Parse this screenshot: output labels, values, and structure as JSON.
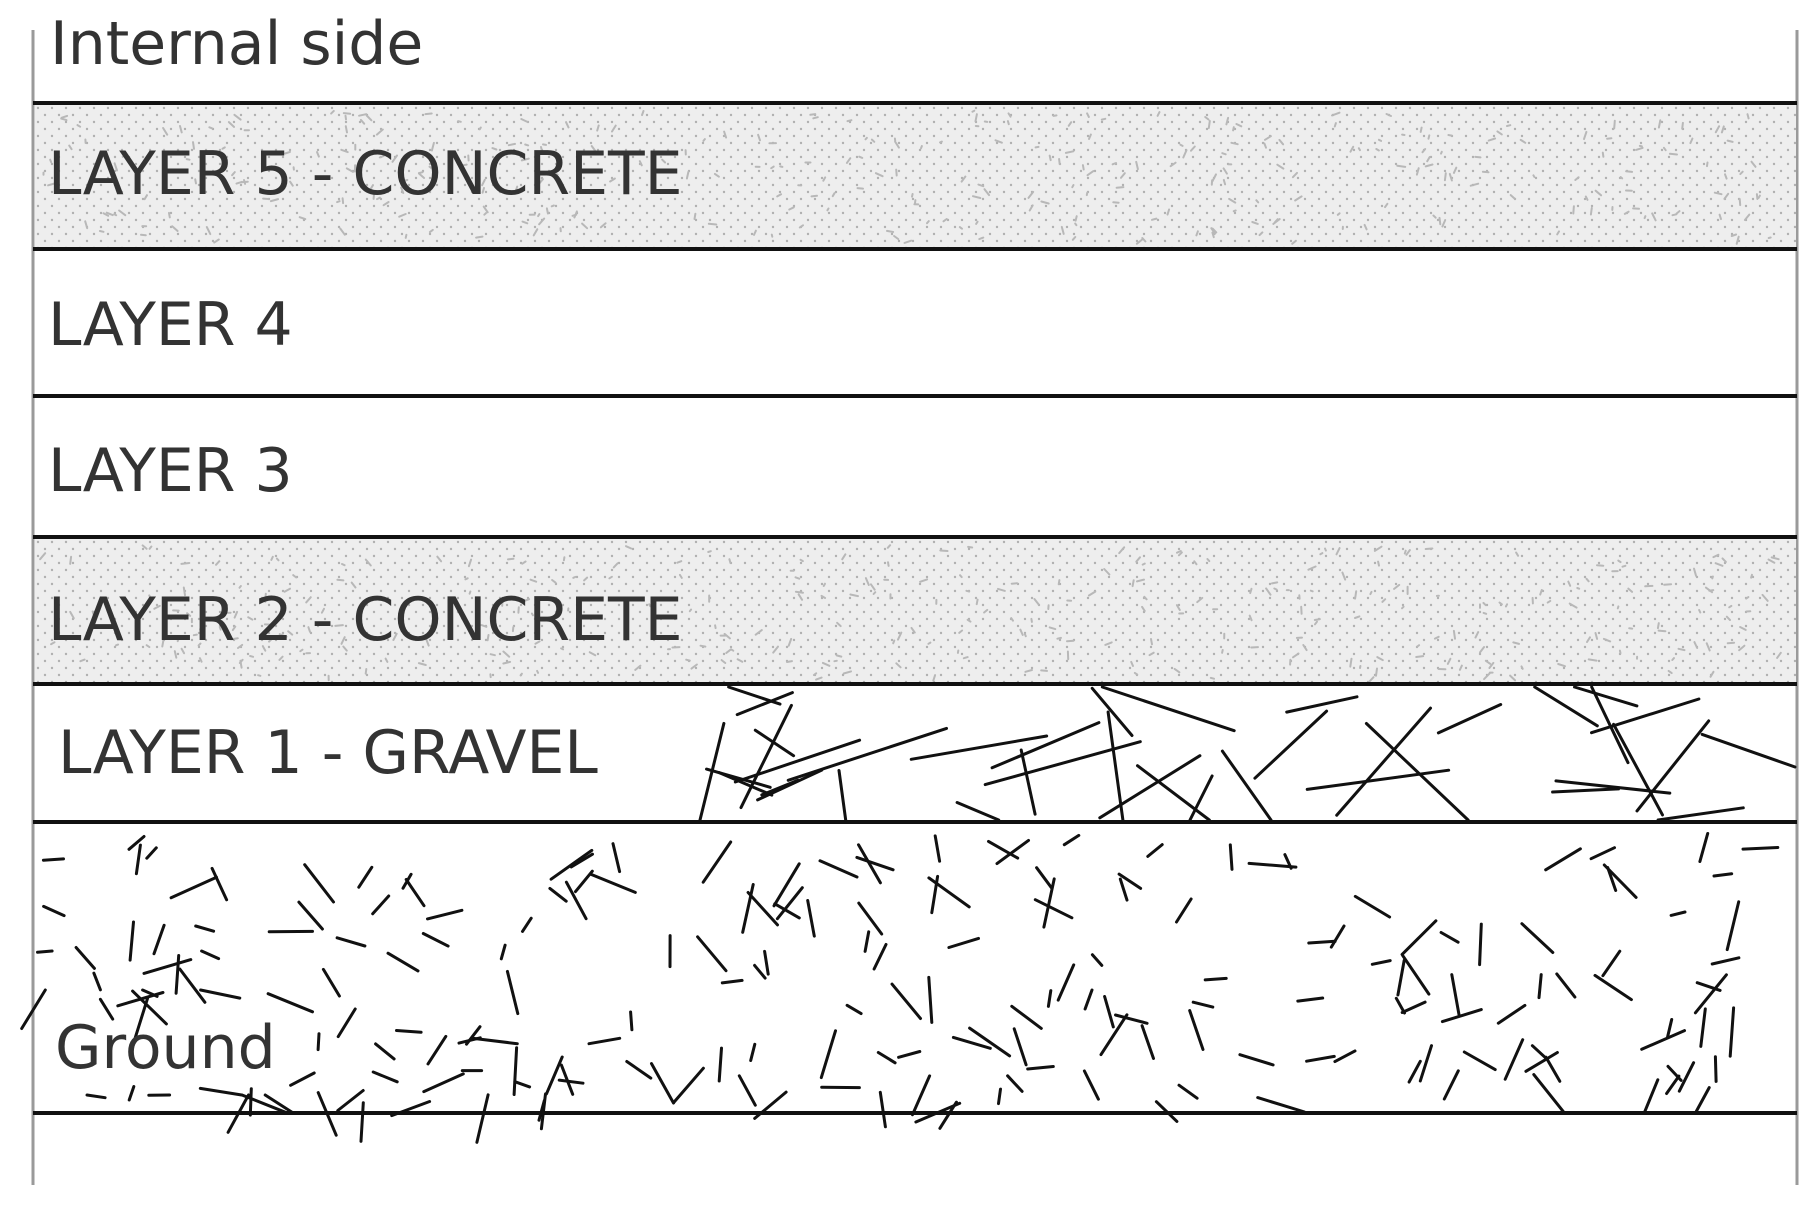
{
  "diagram": {
    "top_label": "Internal side",
    "layers": [
      {
        "id": "layer5",
        "label": "LAYER 5 - CONCRETE",
        "material": "concrete"
      },
      {
        "id": "layer4",
        "label": "LAYER 4",
        "material": "none"
      },
      {
        "id": "layer3",
        "label": "LAYER 3",
        "material": "none"
      },
      {
        "id": "layer2",
        "label": "LAYER 2 - CONCRETE",
        "material": "concrete"
      },
      {
        "id": "layer1",
        "label": "LAYER 1 - GRAVEL",
        "material": "gravel"
      },
      {
        "id": "ground",
        "label": "Ground",
        "material": "soil"
      }
    ],
    "colors": {
      "line": "#111111",
      "side_line": "#9a9a9a",
      "concrete_fill": "#eeeeee",
      "text": "#333333"
    }
  }
}
